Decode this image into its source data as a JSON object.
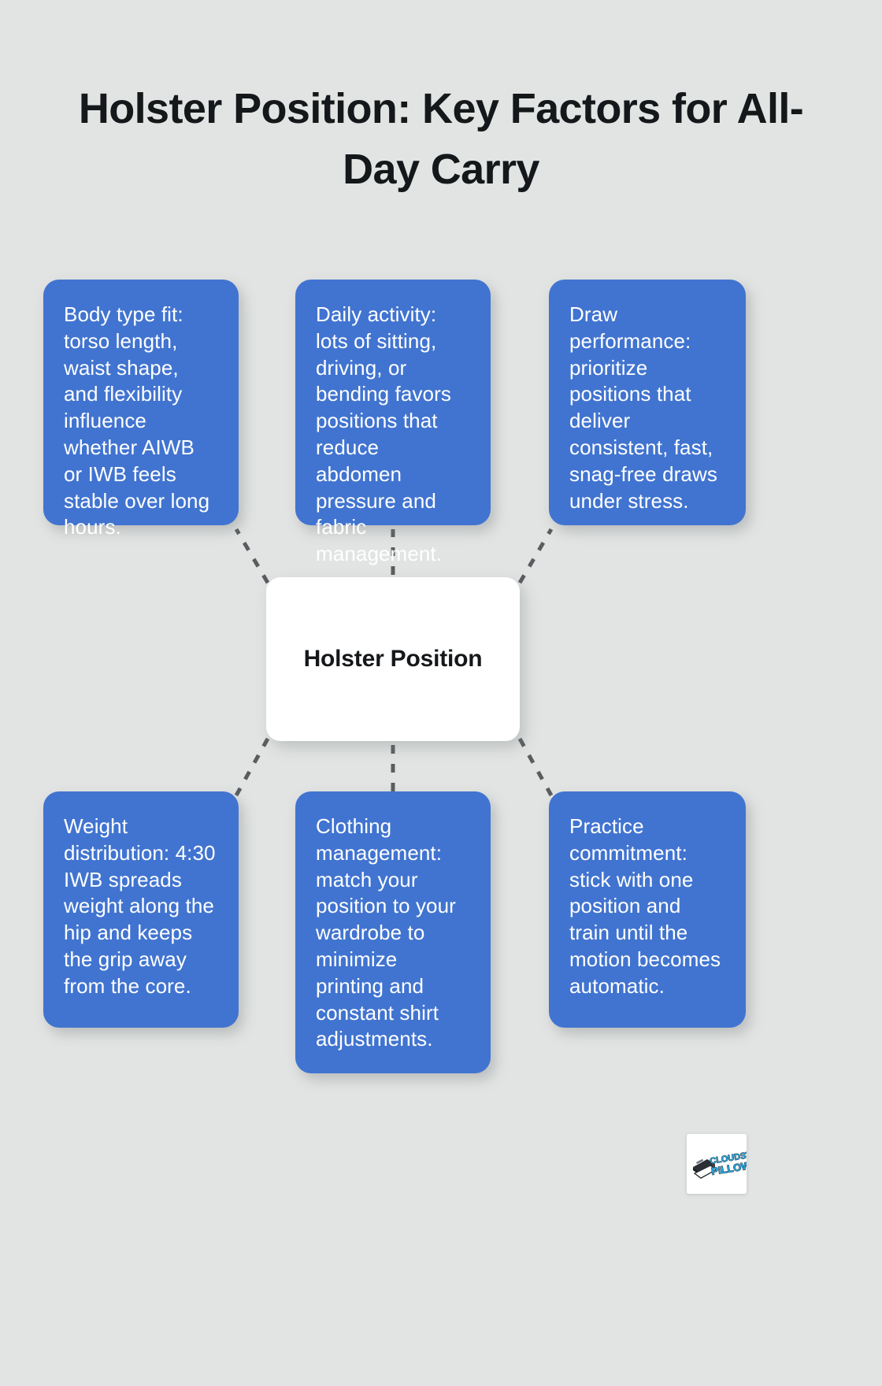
{
  "page": {
    "background_color": "#e2e4e3",
    "card_color": "#4174d0",
    "center_color": "#ffffff",
    "connector_color": "#5a5d60",
    "text_color": "#ffffff",
    "title_color": "#15181a"
  },
  "title": "Holster Position: Key Factors for All-Day Carry",
  "center": {
    "label": "Holster Position"
  },
  "cards": {
    "top": [
      {
        "id": "body-type-fit",
        "text": "Body type fit: torso length, waist shape, and flexibility influence whether AIWB or IWB feels stable over long hours."
      },
      {
        "id": "daily-activity",
        "text": "Daily activity: lots of sitting, driving, or bending favors positions that reduce abdomen pressure and fabric management."
      },
      {
        "id": "draw-performance",
        "text": "Draw performance: prioritize positions that deliver consistent, fast, snag-free draws under stress."
      }
    ],
    "bottom": [
      {
        "id": "weight-distribution",
        "text": "Weight distribution: 4:30 IWB spreads weight along the hip and keeps the grip away from the core."
      },
      {
        "id": "clothing-management",
        "text": "Clothing management: match your position to your wardrobe to minimize printing and constant shirt adjustments."
      },
      {
        "id": "practice-commitment",
        "text": "Practice commitment: stick with one position and train until the motion becomes automatic."
      }
    ]
  },
  "logo": {
    "name": "cloudster-pillow-logo",
    "line1": "CLOUDSTER",
    "line2": "PILLOW",
    "accent_color": "#29a8e0",
    "dark_color": "#2b3036"
  }
}
